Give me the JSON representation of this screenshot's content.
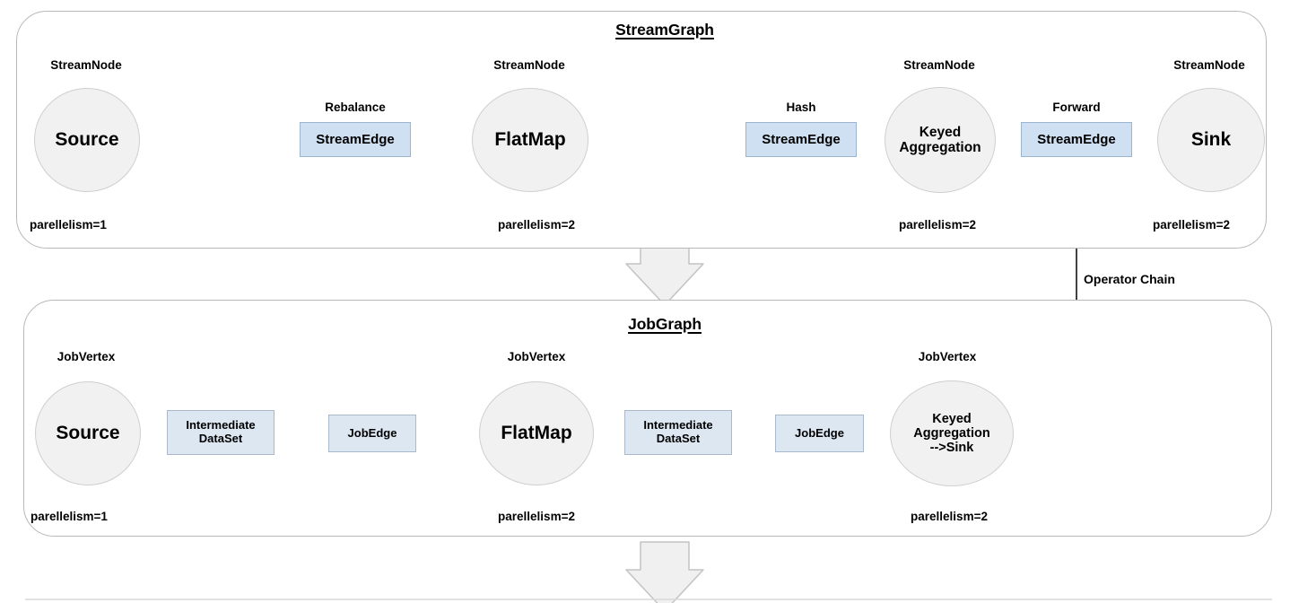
{
  "diagram": {
    "title_stream": "StreamGraph",
    "title_job": "JobGraph",
    "operator_chain_label": "Operator Chain"
  },
  "streamgraph": {
    "title": "StreamGraph",
    "nodes": [
      {
        "type_label": "StreamNode",
        "name": "Source",
        "parallelism": "parellelism=1"
      },
      {
        "type_label": "StreamNode",
        "name": "FlatMap",
        "parallelism": "parellelism=2"
      },
      {
        "type_label": "StreamNode",
        "name": "Keyed\nAggregation",
        "parallelism": "parellelism=2"
      },
      {
        "type_label": "StreamNode",
        "name": "Sink",
        "parallelism": "parellelism=2"
      }
    ],
    "node_names": {
      "source": "Source",
      "flatmap": "FlatMap",
      "keyed_line1": "Keyed",
      "keyed_line2": "Aggregation",
      "sink": "Sink"
    },
    "node_type_labels": {
      "n1": "StreamNode",
      "n2": "StreamNode",
      "n3": "StreamNode",
      "n4": "StreamNode"
    },
    "parallelism": {
      "p1": "parellelism=1",
      "p2": "parellelism=2",
      "p3": "parellelism=2",
      "p4": "parellelism=2"
    },
    "edges": [
      {
        "strategy": "Rebalance",
        "box_label": "StreamEdge"
      },
      {
        "strategy": "Hash",
        "box_label": "StreamEdge"
      },
      {
        "strategy": "Forward",
        "box_label": "StreamEdge"
      }
    ],
    "edge_strategies": {
      "e1": "Rebalance",
      "e2": "Hash",
      "e3": "Forward"
    },
    "edge_box_labels": {
      "e1": "StreamEdge",
      "e2": "StreamEdge",
      "e3": "StreamEdge"
    }
  },
  "jobgraph": {
    "title": "JobGraph",
    "node_type_labels": {
      "n1": "JobVertex",
      "n2": "JobVertex",
      "n3": "JobVertex"
    },
    "node_names": {
      "source": "Source",
      "flatmap": "FlatMap",
      "chained_line1": "Keyed",
      "chained_line2": "Aggregation",
      "chained_line3": "-->Sink"
    },
    "parallelism": {
      "p1": "parellelism=1",
      "p2": "parellelism=2",
      "p3": "parellelism=2"
    },
    "boxes": {
      "ds1_line1": "Intermediate",
      "ds1_line2": "DataSet",
      "je1": "JobEdge",
      "ds2_line1": "Intermediate",
      "ds2_line2": "DataSet",
      "je2": "JobEdge"
    }
  },
  "colors": {
    "panel_border": "#b8b8b8",
    "node_fill": "#f1f1f1",
    "node_border": "#cfcfcf",
    "streamedge_fill": "#cfe0f3",
    "streamedge_border": "#9bb4cf",
    "jobbox_fill": "#dde7f2",
    "jobbox_border": "#aab9c9",
    "arrow": "#3f3f3f",
    "big_arrow_fill": "#f0f0f0",
    "big_arrow_border": "#c0c0c0",
    "text": "#000000"
  }
}
